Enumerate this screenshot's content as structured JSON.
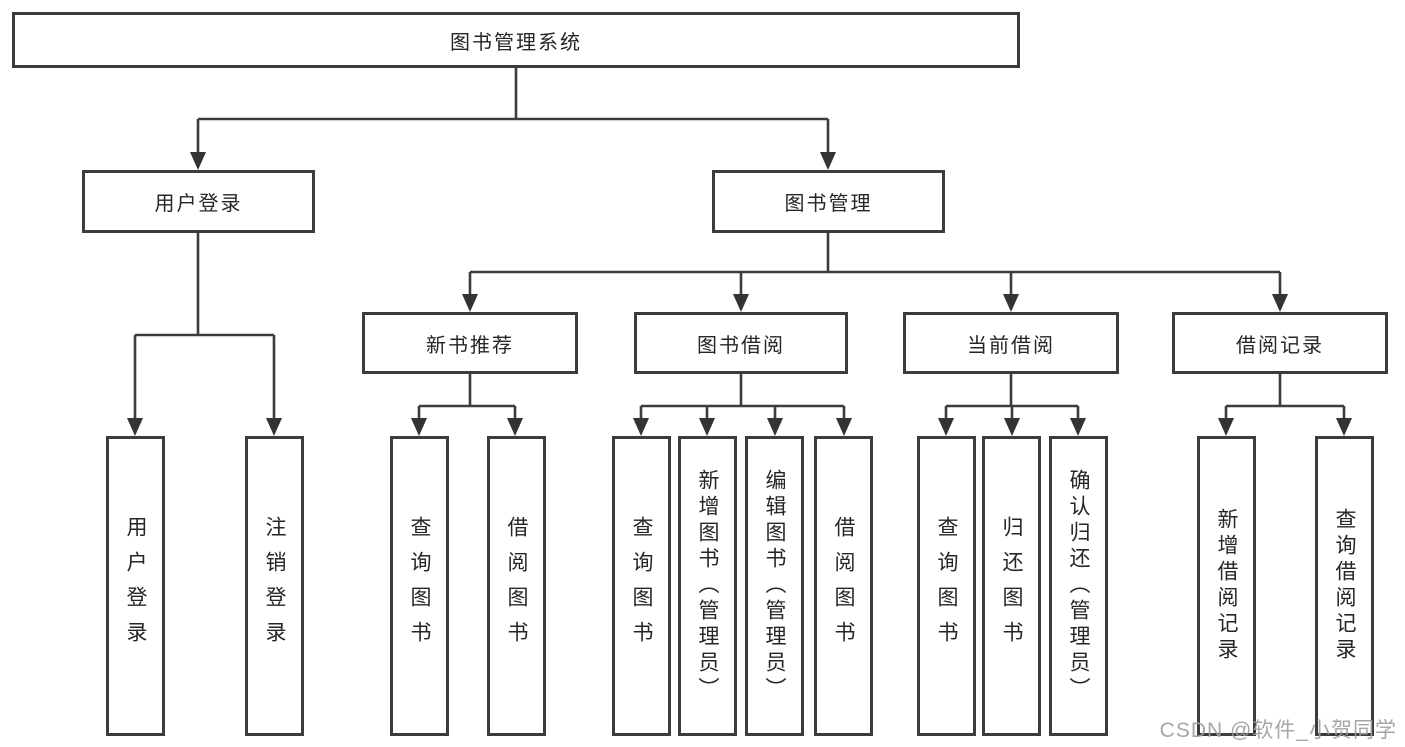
{
  "diagram": {
    "root": {
      "label": "图书管理系统"
    },
    "level2": [
      {
        "id": "user-login",
        "label": "用户登录"
      },
      {
        "id": "book-management",
        "label": "图书管理"
      }
    ],
    "level3": [
      {
        "id": "new-book-recommend",
        "label": "新书推荐"
      },
      {
        "id": "book-borrowing",
        "label": "图书借阅"
      },
      {
        "id": "current-borrowing",
        "label": "当前借阅"
      },
      {
        "id": "borrowing-records",
        "label": "借阅记录"
      }
    ],
    "leaves": [
      {
        "parent": "用户登录",
        "label": "用户登录"
      },
      {
        "parent": "用户登录",
        "label": "注销登录"
      },
      {
        "parent": "新书推荐",
        "label": "查询图书"
      },
      {
        "parent": "新书推荐",
        "label": "借阅图书"
      },
      {
        "parent": "图书借阅",
        "label": "查询图书"
      },
      {
        "parent": "图书借阅",
        "label": "新增图书（管理员）"
      },
      {
        "parent": "图书借阅",
        "label": "编辑图书（管理员）"
      },
      {
        "parent": "图书借阅",
        "label": "借阅图书"
      },
      {
        "parent": "当前借阅",
        "label": "查询图书"
      },
      {
        "parent": "当前借阅",
        "label": "归还图书"
      },
      {
        "parent": "当前借阅",
        "label": "确认归还（管理员）"
      },
      {
        "parent": "借阅记录",
        "label": "新增借阅记录"
      },
      {
        "parent": "借阅记录",
        "label": "查询借阅记录"
      }
    ]
  },
  "watermark": "CSDN @软件_小贺同学",
  "colors": {
    "line": "#3c3c3c",
    "box_border": "#3c3c3c",
    "text": "#262626",
    "background": "#ffffff",
    "watermark": "#9e9e9e"
  }
}
